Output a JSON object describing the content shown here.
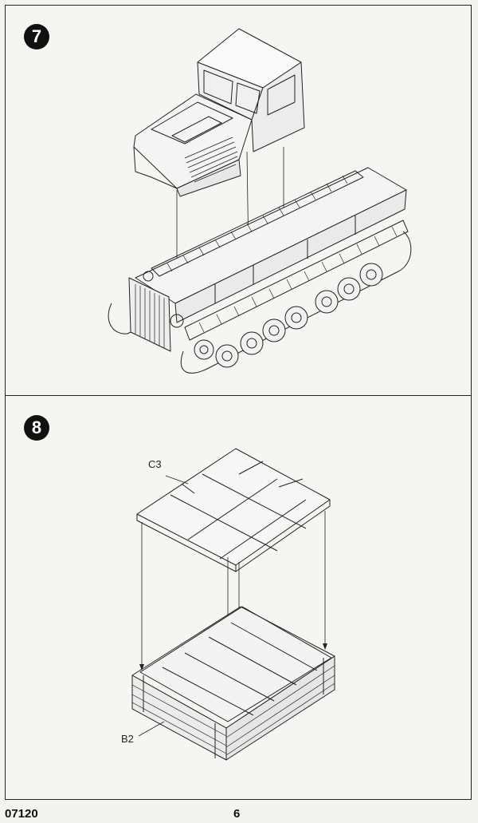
{
  "steps": [
    {
      "number": "7"
    },
    {
      "number": "8"
    }
  ],
  "labels": {
    "c3": "C3",
    "b2": "B2"
  },
  "footer": {
    "code": "07120",
    "page": "6"
  }
}
